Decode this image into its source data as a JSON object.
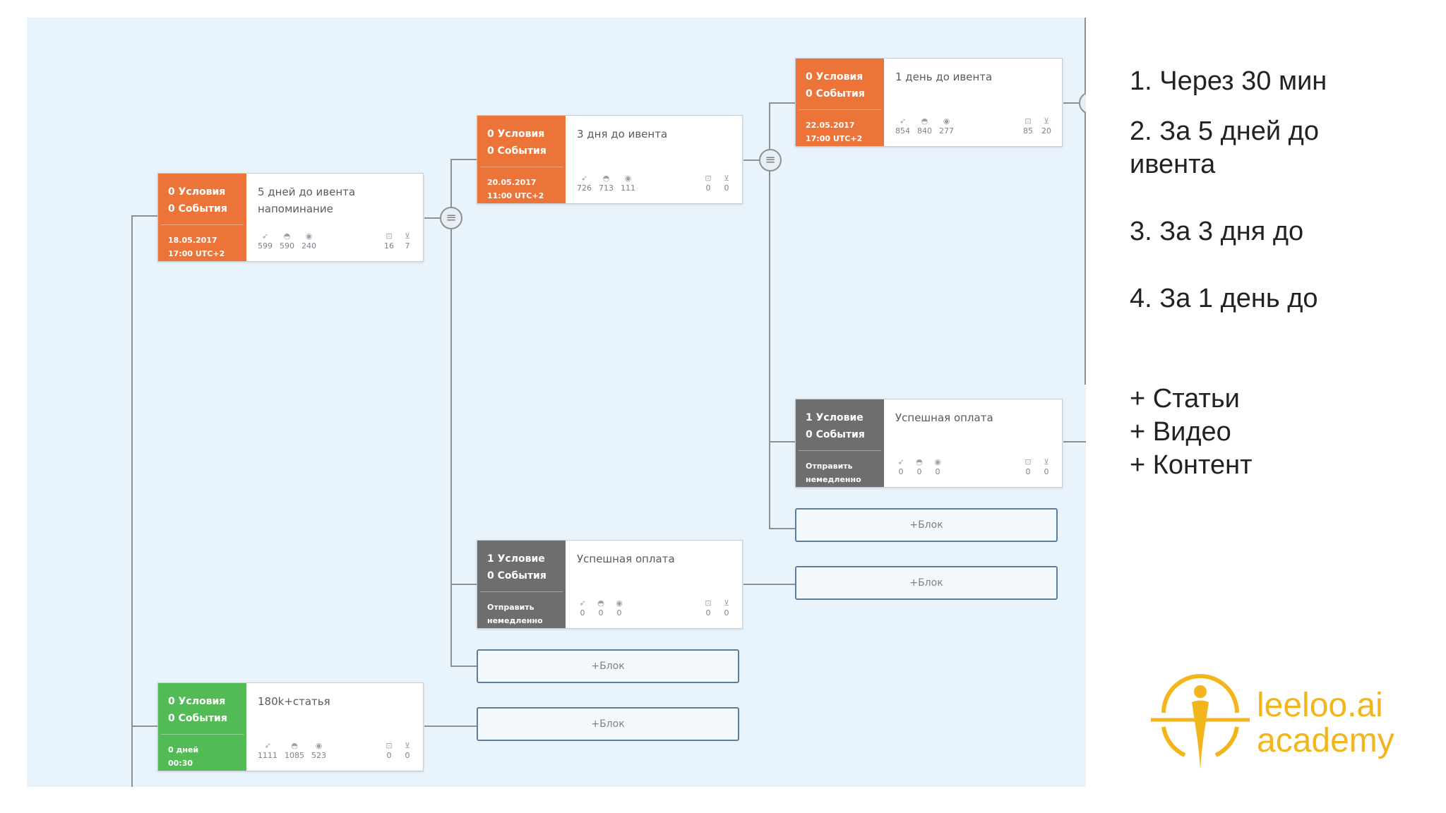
{
  "canvas": {
    "cards": [
      {
        "id": "c1",
        "color": "orange",
        "conditions": "0 Условия",
        "events": "0 События",
        "date": "18.05.2017",
        "time": "17:00 UTC+2",
        "title": "5 дней до ивента\nнапоминание",
        "stats": [
          "599",
          "590",
          "240"
        ],
        "stats_right": [
          "16",
          "7"
        ]
      },
      {
        "id": "c2",
        "color": "orange",
        "conditions": "0 Условия",
        "events": "0 События",
        "date": "20.05.2017",
        "time": "11:00 UTC+2",
        "title": "3 дня до ивента",
        "stats": [
          "726",
          "713",
          "111"
        ],
        "stats_right": [
          "0",
          "0"
        ]
      },
      {
        "id": "c3",
        "color": "orange",
        "conditions": "0 Условия",
        "events": "0 События",
        "date": "22.05.2017",
        "time": "17:00 UTC+2",
        "title": "1 день до ивента",
        "stats": [
          "854",
          "840",
          "277"
        ],
        "stats_right": [
          "85",
          "20"
        ]
      },
      {
        "id": "c4",
        "color": "gray",
        "conditions": "1 Условие",
        "events": "0 События",
        "date": "Отправить",
        "time": "немедленно",
        "title": "Успешная оплата",
        "stats": [
          "0",
          "0",
          "0"
        ],
        "stats_right": [
          "0",
          "0"
        ]
      },
      {
        "id": "c5",
        "color": "gray",
        "conditions": "1 Условие",
        "events": "0 События",
        "date": "Отправить",
        "time": "немедленно",
        "title": "Успешная оплата",
        "stats": [
          "0",
          "0",
          "0"
        ],
        "stats_right": [
          "0",
          "0"
        ]
      },
      {
        "id": "c6",
        "color": "green",
        "conditions": "0 Условия",
        "events": "0 События",
        "date": "0 дней",
        "time": "00:30",
        "title": "180k+статья",
        "stats": [
          "1111",
          "1085",
          "523"
        ],
        "stats_right": [
          "0",
          "0"
        ]
      }
    ],
    "add_block_label": "+Блок",
    "menu_icon": "list-menu-icon"
  },
  "notes": {
    "item1": "1. Через 30 мин",
    "item2": "2. За 5 дней до\nивента",
    "item3": "3. За 3 дня до",
    "item4": "4. За 1 день до",
    "extra1": "+ Статьи",
    "extra2": "+ Видео",
    "extra3": "+ Контент"
  },
  "logo": {
    "line1": "leeloo.ai",
    "line2": "academy",
    "color": "#f2b51b"
  },
  "colors": {
    "orange": "#ed7438",
    "gray": "#6d6e70",
    "green": "#52bb55",
    "canvas_bg": "#e9f3fb"
  }
}
